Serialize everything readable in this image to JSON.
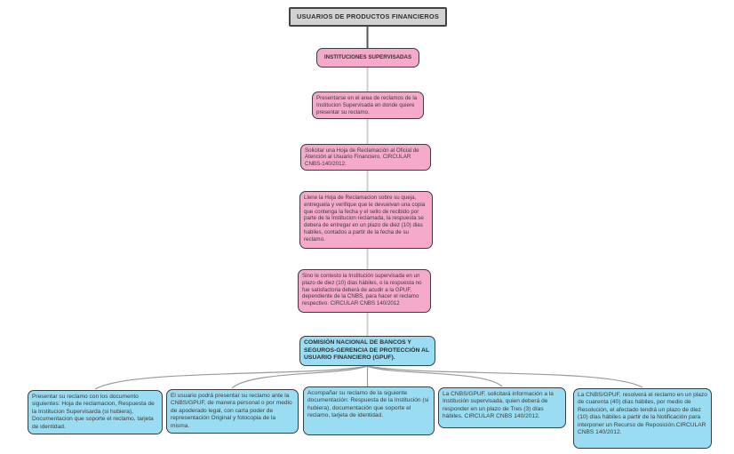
{
  "colors": {
    "background": "#ffffff",
    "root_fill": "#d2d2d2",
    "pink_fill": "#f5a9cb",
    "blue_fill": "#9adcf2",
    "node_border": "#3d3d3d",
    "connector_dark": "#575757",
    "connector_light": "#cfcfcf",
    "connector_branch": "#9a9a9a"
  },
  "nodes": {
    "root": {
      "label": "USUARIOS DE PRODUCTOS FINANCIEROS"
    },
    "supervised": {
      "label": "INSTITUCIONES SUPERVISADAS"
    },
    "steps": [
      {
        "text": "Presentarse en el area de reclamos de la Institucion Supervisada en donde quiere presentar su reclamo."
      },
      {
        "text": "Solicitar una Hoja de Reclamación al Oficial de Atención al Usuario Financiero. CIRCULAR CNBS-140/2012."
      },
      {
        "text": "Llene la Hoja de Reclamacion sobre su queja, entreguela y verifique que le devuelvan una copia que contenga la fecha y el sello de recibido por parte de la Institucion reclamada, la respuesta se debera de entregar en un plazo de diez  (10) dias habiles, contados a partir de la fecha de su reclamo."
      },
      {
        "text": "Sino le contesto la Institución supervisada en un plazo de diez (10) dias hábiles, o la respuesta no fue satisfactoria  deberá de acudir a la GPUF, dependiente de la CNBS,  para hacer el reclamo respectivo. CIRCULAR CNBS 140/2012"
      }
    ],
    "gpuf": {
      "label": "COMISIÓN NACIONAL DE BANCOS Y SEGUROS-GERENCIA DE PROTECCIÓN AL USUARIO FINANCIERO (GPUF)."
    },
    "branches": [
      {
        "text": "Presentar su reclamo con los documento siguientes: Hoja de reclamacion, Respuesta de la Institucion Supervisarda (si hubiera), Documentacion  que soporte el reclamo, tarjeta de identidad."
      },
      {
        "text": "El usuario podrá presentar su reclamo ante la CNBS/GPUF, de manera personal o por medio de apoderado legal, con carta poder de representación Original y fotocopia de la misma."
      },
      {
        "text": "Acompañar su reclamo de la siguiente documentación: Respuesta de la Institución (si hubiera), documentación que soporte el reclamo, tarjeta de identidad."
      },
      {
        "text": "La CNBS/GPUF, solicitará información a la Institución supervisada, quien deberá de responder en un plazo de Tres (3) días hábiles. CIRCULAR CNBS 140/2012."
      },
      {
        "text": "La CNBS/GPUF, resolverá el reclamo en un plazo de cuarenta (40) días hábiles, por medio de Resolución, el afectado tendrá un plazo de diez (10) días hábiles a partir de la Notificación para interponer un Recurso de Reposición.CIRCULAR CNBS 140/2012."
      }
    ]
  }
}
